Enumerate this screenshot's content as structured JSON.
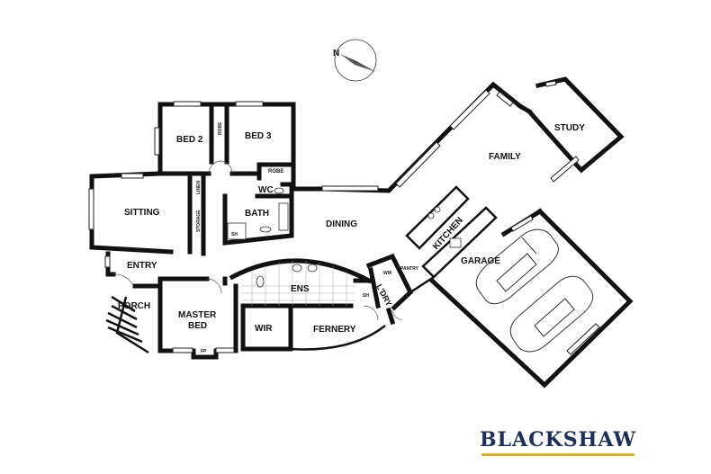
{
  "compass": {
    "label": "N",
    "icon": "north-arrow-icon"
  },
  "rooms": {
    "bed2": "BED 2",
    "bed3": "BED 3",
    "sitting": "SITTING",
    "bath": "BATH",
    "wc": "WC",
    "dining": "DINING",
    "family": "FAMILY",
    "study": "STUDY",
    "kitchen": "KITCHEN",
    "garage": "GARAGE",
    "entry": "ENTRY",
    "porch": "PORCH",
    "master_bed": "MASTER\nBED",
    "ens": "ENS",
    "wir": "WIR",
    "fernery": "FERNERY",
    "laundry": "L'DRY"
  },
  "fixtures": {
    "robe_bed2": "ROBE",
    "robe_bed3": "ROBE",
    "linen": "LINEN",
    "storage": "STORAGE",
    "shower_bath": "SH",
    "shower_ldry": "SH",
    "pantry": "PANTRY",
    "wm": "WM",
    "fp": "FP"
  },
  "brand": {
    "name": "BLACKSHAW",
    "text_color": "#1f2f5c",
    "bar_color": "#e0b020"
  }
}
